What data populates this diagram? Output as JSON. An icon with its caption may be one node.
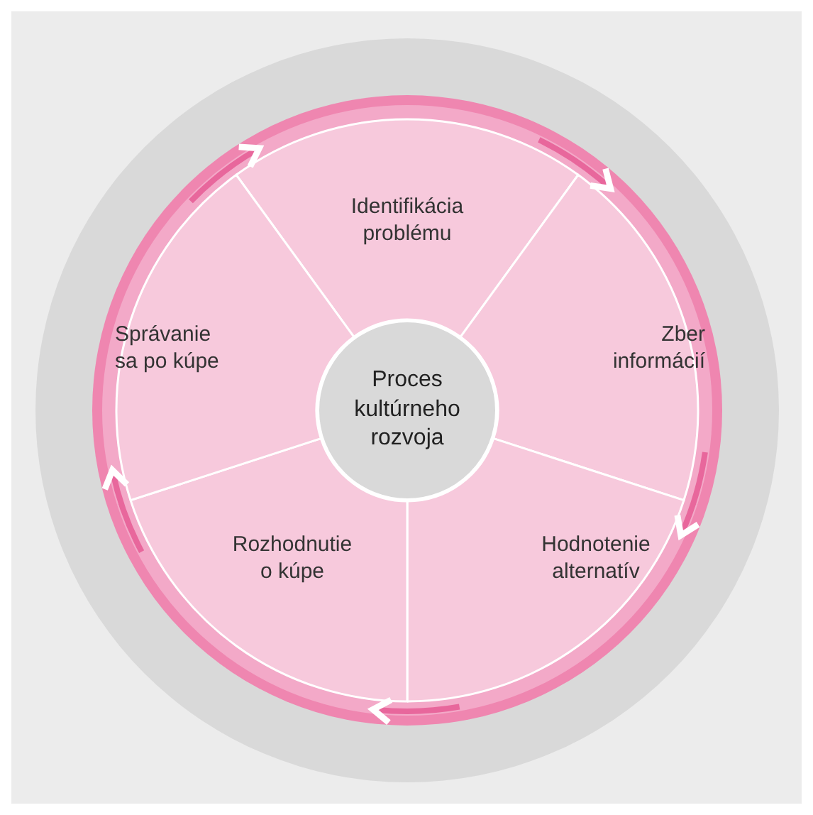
{
  "diagram": {
    "nodes": [
      {
        "text": [
          "Proces kultúrneho rozvoja"
        ]
      },
      {
        "text": [
          "Identifikácia problému"
        ]
      },
      {
        "text": [
          "Zber informácií"
        ]
      },
      {
        "text": [
          "Hodnotenie alternatív"
        ]
      },
      {
        "text": [
          "Rozhodnutie o kúpe"
        ]
      },
      {
        "text": [
          "Správanie sa po kúpe"
        ]
      }
    ],
    "edges": [
      {
        "from": 1,
        "to": 2,
        "arrow": "to"
      },
      {
        "from": 2,
        "to": 3,
        "arrow": "to"
      },
      {
        "from": 3,
        "to": 4,
        "arrow": "to"
      },
      {
        "from": 4,
        "to": 5,
        "arrow": "to"
      },
      {
        "from": 5,
        "to": 1,
        "arrow": "to"
      }
    ]
  }
}
